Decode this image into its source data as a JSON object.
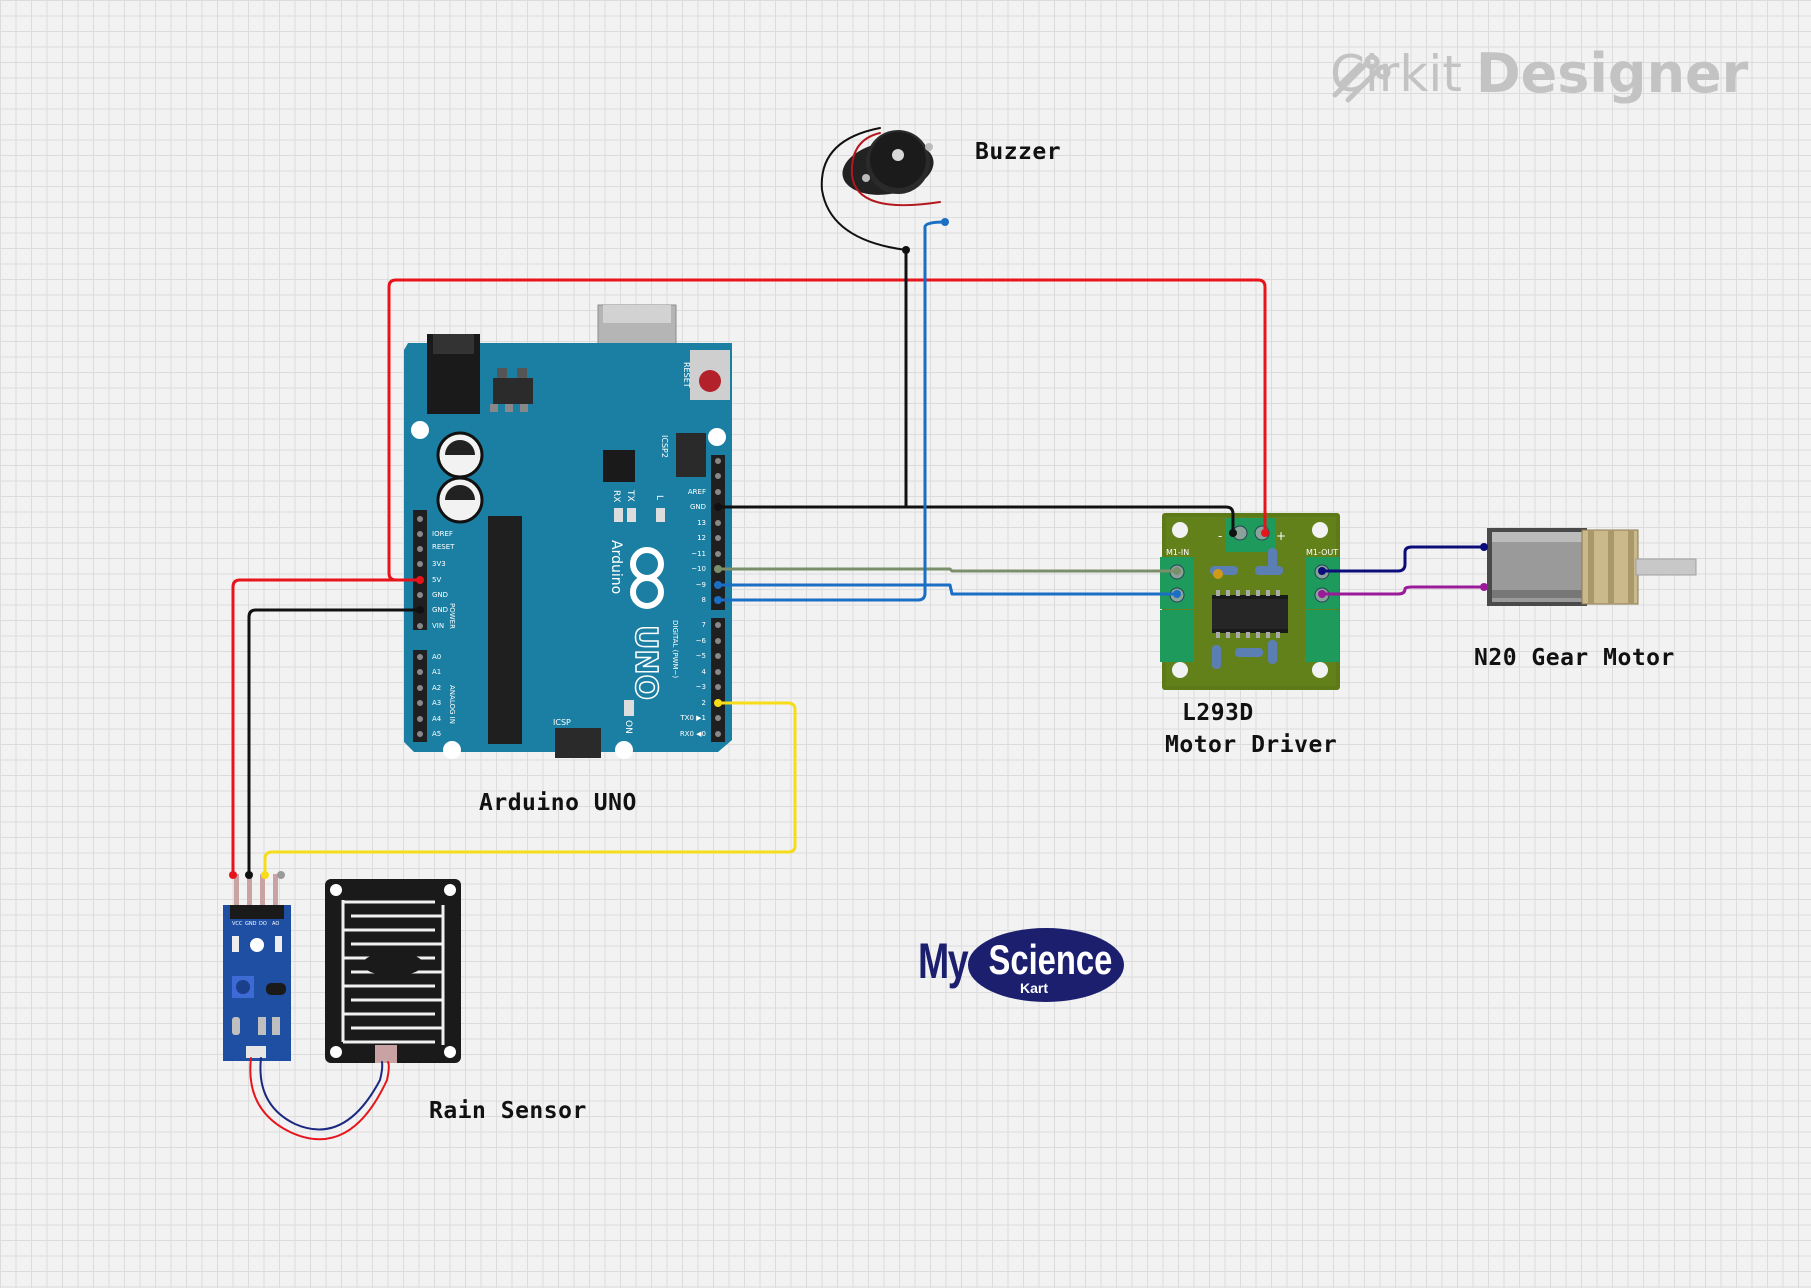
{
  "brand": {
    "word1": "Cirkit",
    "word2": "Designer",
    "icon": "cirkit-logo-icon"
  },
  "labels": {
    "buzzer": "Buzzer",
    "arduino": "Arduino UNO",
    "driver_line1": "L293D",
    "driver_line2": "Motor Driver",
    "motor": "N20 Gear Motor",
    "rain": "Rain Sensor"
  },
  "logo": {
    "my": "My",
    "science": "Science",
    "kart": "Kart"
  },
  "arduino_board": {
    "power_pins": [
      "IOREF",
      "RESET",
      "3V3",
      "5V",
      "GND",
      "GND",
      "VIN"
    ],
    "analog_pins": [
      "A0",
      "A1",
      "A2",
      "A3",
      "A4",
      "A5"
    ],
    "digital_pins_top": [
      "AREF",
      "GND",
      "13",
      "12",
      "~11",
      "~10",
      "~9",
      "8"
    ],
    "digital_pins_bottom": [
      "7",
      "~6",
      "~5",
      "4",
      "~3",
      "2",
      "TX0 ▶1",
      "RX0 ◀0"
    ],
    "text": {
      "reset": "RESET",
      "icsp2": "ICSP2",
      "icsp": "ICSP",
      "tx": "TX",
      "rx": "RX",
      "l": "L",
      "on": "ON",
      "brand": "Arduino",
      "model": "UNO",
      "digital": "DIGITAL (PWM~)",
      "analog": "ANALOG IN",
      "power": "POWER"
    }
  },
  "driver_board": {
    "m1_in": "M1-IN",
    "m1_out": "M1-OUT",
    "gnd": "-",
    "vcc": "+"
  },
  "rain_module": {
    "pins": [
      "VCC",
      "GND",
      "DO",
      "AO"
    ]
  },
  "colors": {
    "red": "#e8141b",
    "black": "#111111",
    "blue": "#1a6fc4",
    "green": "#7a8f6a",
    "yellow": "#f7dc1a",
    "navy": "#0c0c7a",
    "purple": "#9a1a9a",
    "arduino": "#1b7fa3"
  }
}
